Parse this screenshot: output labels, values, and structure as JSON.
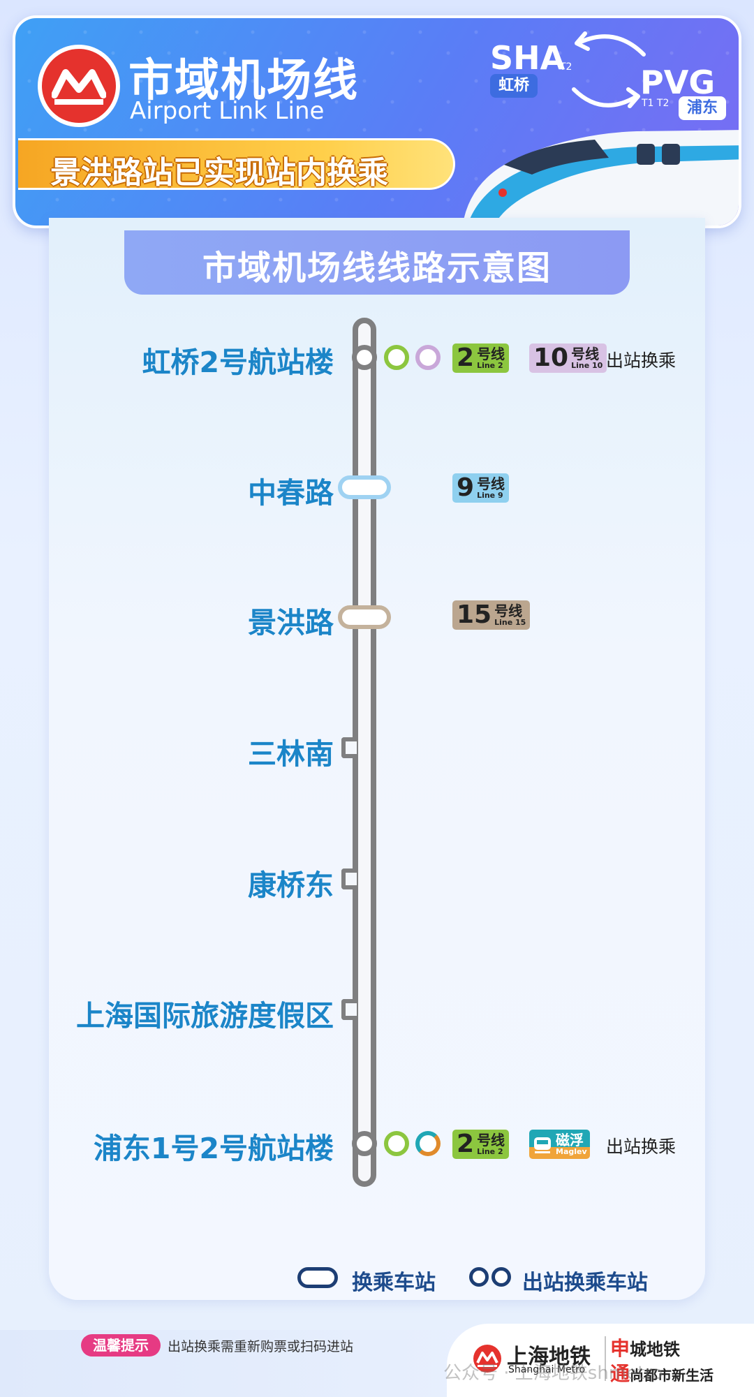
{
  "header": {
    "title_cn": "市域机场线",
    "title_en": "Airport Link Line",
    "ribbon": "景洪路站已实现站内换乘",
    "sha": {
      "code": "SHA",
      "terminal": "T2",
      "badge": "虹桥"
    },
    "pvg": {
      "code": "PVG",
      "terminal": "T1 T2",
      "badge": "浦东"
    }
  },
  "card_title": "市域机场线线路示意图",
  "stations": [
    {
      "name": "虹桥2号航站楼",
      "type": "exit-transfer",
      "rings": [
        "#8cc63f",
        "#c9a7d9"
      ],
      "badges": [
        {
          "num": "2",
          "cn": "号线",
          "en": "Line 2",
          "color": "#8cc63f"
        },
        {
          "num": "10",
          "cn": "号线",
          "en": "Line 10",
          "color": "#d8c2e4"
        }
      ],
      "exit_note": "出站换乘"
    },
    {
      "name": "中春路",
      "type": "transfer",
      "badges": [
        {
          "num": "9",
          "cn": "号线",
          "en": "Line 9",
          "color": "#8fd0ef"
        }
      ]
    },
    {
      "name": "景洪路",
      "type": "transfer",
      "badges": [
        {
          "num": "15",
          "cn": "号线",
          "en": "Line 15",
          "color": "#bba68f"
        }
      ]
    },
    {
      "name": "三林南",
      "type": "normal"
    },
    {
      "name": "康桥东",
      "type": "normal"
    },
    {
      "name": "上海国际旅游度假区",
      "type": "normal"
    },
    {
      "name": "浦东1号2号航站楼",
      "type": "exit-transfer",
      "rings": [
        "#8cc63f",
        "#e08a2b"
      ],
      "badges": [
        {
          "num": "2",
          "cn": "号线",
          "en": "Line 2",
          "color": "#8cc63f"
        },
        {
          "icon": "maglev-icon",
          "cn": "磁浮",
          "en": "Maglev",
          "color": "#20a7b5"
        }
      ],
      "exit_note": "出站换乘"
    }
  ],
  "legend": {
    "transfer": "换乘车站",
    "exit_transfer": "出站换乘车站"
  },
  "footer": {
    "tip_badge": "温馨提示",
    "tip_text": "出站换乘需重新购票或扫码进站",
    "metro_cn": "上海地铁",
    "metro_en": "Shanghai Metro",
    "slogan_1_mark": "申",
    "slogan_1": "城地铁",
    "slogan_2_mark": "通",
    "slogan_2": "尚都市新生活",
    "watermark": "公众号 · 上海地铁shmetro"
  },
  "colors": {
    "station_text": "#1b85c8",
    "line_gray": "#7f7f80",
    "metro_red": "#e5322d"
  }
}
